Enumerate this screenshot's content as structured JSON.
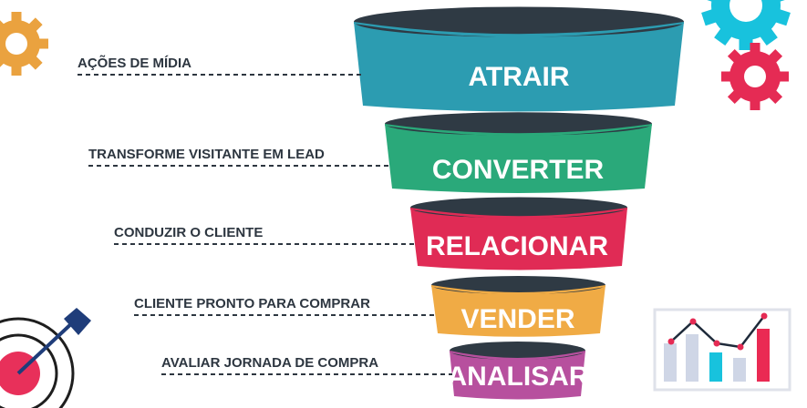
{
  "funnel": {
    "stages": [
      {
        "label": "ATRAIR",
        "description": "AÇÕES DE MÍDIA",
        "color": "#2c9cb1"
      },
      {
        "label": "CONVERTER",
        "description": "TRANSFORME VISITANTE EM LEAD",
        "color": "#2aa97a"
      },
      {
        "label": "RELACIONAR",
        "description": "CONDUZIR O CLIENTE",
        "color": "#e02b55"
      },
      {
        "label": "VENDER",
        "description": "CLIENTE PRONTO PARA COMPRAR",
        "color": "#f0ab45"
      },
      {
        "label": "ANALISAR",
        "description": "AVALIAR JORNADA DE COMPRA",
        "color": "#b7509e"
      }
    ],
    "rim_color": "#2f3a44"
  },
  "decorations": {
    "gear_orange": "#eaa23f",
    "gear_cyan": "#18c2dd",
    "gear_red": "#e52b54",
    "target_red": "#e8305a",
    "dart_blue": "#1f3d7a",
    "mini_chart_bar_colors": [
      "#cfd6e6",
      "#cfd6e6",
      "#18c2dd",
      "#cfd6e6",
      "#ea2a53"
    ]
  }
}
